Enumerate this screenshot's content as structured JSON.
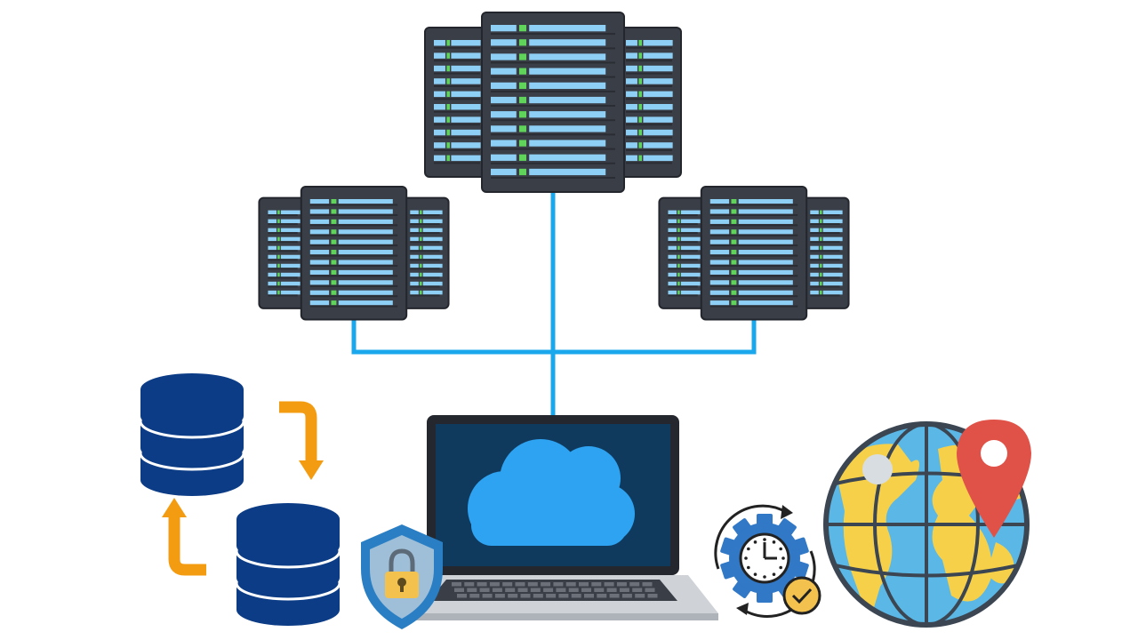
{
  "diagram": {
    "nodes": [
      {
        "id": "main-server-rack",
        "icon": "server-rack-icon"
      },
      {
        "id": "left-server-rack",
        "icon": "server-rack-icon"
      },
      {
        "id": "right-server-rack",
        "icon": "server-rack-icon"
      },
      {
        "id": "laptop",
        "icon": "laptop-icon"
      },
      {
        "id": "cloud",
        "icon": "cloud-icon"
      },
      {
        "id": "security-shield",
        "icon": "shield-lock-icon"
      },
      {
        "id": "database-sync",
        "icon": "database-icon"
      },
      {
        "id": "scheduled-task",
        "icon": "gear-clock-icon"
      },
      {
        "id": "global-location",
        "icon": "globe-pin-icon"
      }
    ],
    "edges": [
      {
        "from": "main-server-rack",
        "to": "laptop"
      },
      {
        "from": "left-server-rack",
        "to": "laptop"
      },
      {
        "from": "right-server-rack",
        "to": "laptop"
      }
    ]
  },
  "colors": {
    "connector": "#1aa7ec",
    "rack_body": "#3a3e47",
    "rack_slot": "#8ecff5",
    "rack_led": "#5fd35a",
    "database": "#0c3c86",
    "sync_arrow": "#f39c12",
    "cloud": "#2ea3f2",
    "shield": "#2a7fc4",
    "lock": "#f2c14e",
    "gear": "#3178c6",
    "globe_ocean": "#5bb8e6",
    "globe_land": "#f7d04a",
    "pin": "#e05247"
  }
}
